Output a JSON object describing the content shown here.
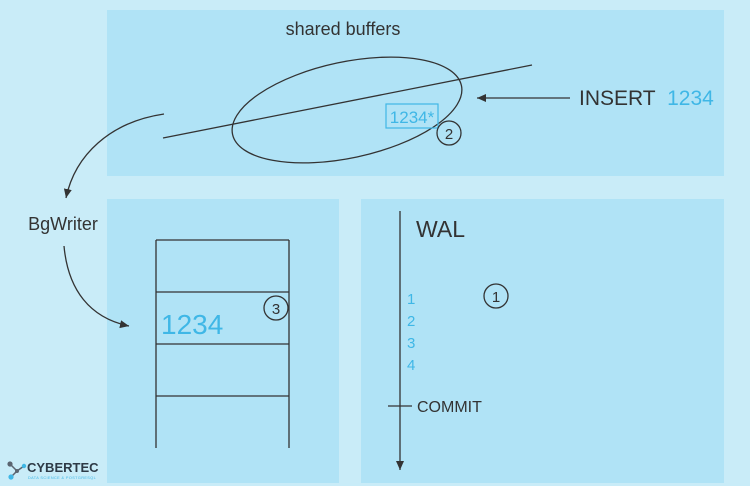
{
  "colors": {
    "background": "#c9ecf8",
    "panel": "#b0e3f6",
    "ink": "#333333",
    "accent": "#3fb7e6"
  },
  "shared_buffers": {
    "label": "shared buffers",
    "cell_value": "1234*",
    "marker": "2"
  },
  "insert": {
    "keyword": "INSERT",
    "value": "1234"
  },
  "bgwriter": {
    "label": "BgWriter"
  },
  "datafile": {
    "value": "1234",
    "marker": "3"
  },
  "wal": {
    "title": "WAL",
    "marker": "1",
    "entries": [
      "1",
      "2",
      "3",
      "4"
    ],
    "commit_label": "COMMIT"
  },
  "logo": {
    "brand": "CYBERTEC",
    "tagline": "DATA SCIENCE & POSTGRESQL",
    "icon": "network-nodes-icon"
  }
}
